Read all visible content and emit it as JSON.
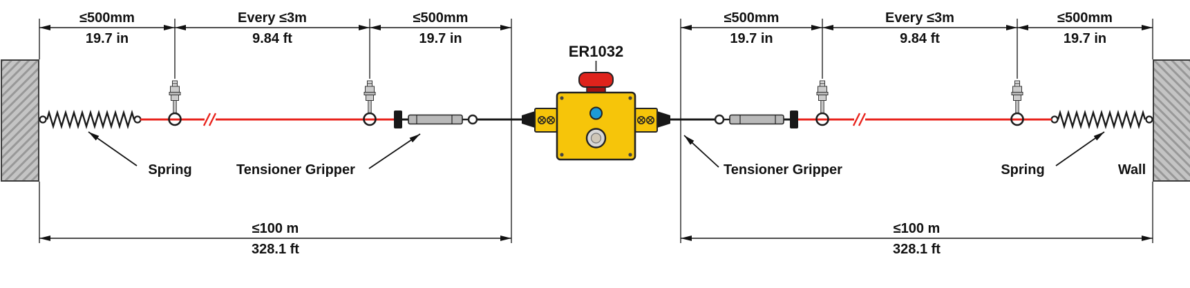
{
  "device": {
    "label": "ER1032"
  },
  "dimensions": {
    "top": [
      {
        "primary": "≤500mm",
        "secondary": "19.7 in"
      },
      {
        "primary": "Every ≤3m",
        "secondary": "9.84 ft"
      },
      {
        "primary": "≤500mm",
        "secondary": "19.7 in"
      },
      {
        "primary": "≤500mm",
        "secondary": "19.7 in"
      },
      {
        "primary": "Every ≤3m",
        "secondary": "9.84 ft"
      },
      {
        "primary": "≤500mm",
        "secondary": "19.7 in"
      }
    ],
    "bottom": [
      {
        "primary": "≤100 m",
        "secondary": "328.1 ft"
      },
      {
        "primary": "≤100 m",
        "secondary": "328.1 ft"
      }
    ]
  },
  "labels": {
    "spring_left": "Spring",
    "tensioner_left": "Tensioner Gripper",
    "tensioner_right": "Tensioner Gripper",
    "spring_right": "Spring",
    "wall": "Wall"
  },
  "colors": {
    "rope": "#e8231c",
    "device_yellow": "#f6c50a",
    "estop_red": "#df231c",
    "indicator_blue": "#1d9ad6",
    "wall_gray": "#c4c4c4"
  }
}
